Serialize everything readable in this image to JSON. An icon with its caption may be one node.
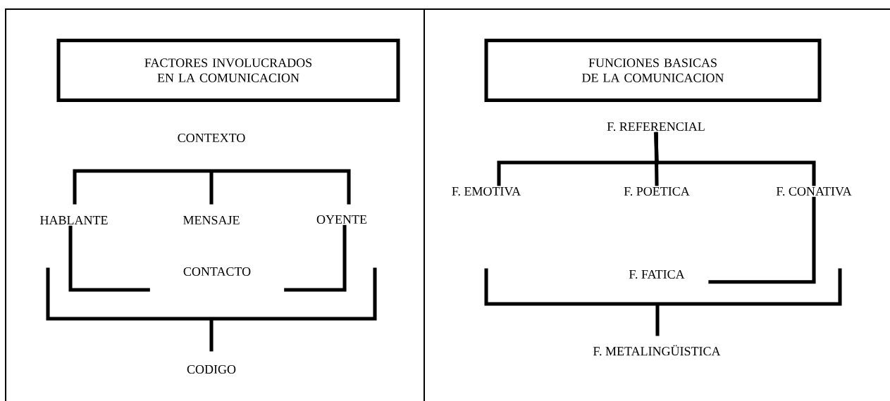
{
  "diagram": {
    "nodes": [
      {
        "text": [
          "FACTORES INVOLUCRADOS EN LA COMUNICACION"
        ]
      },
      {
        "text": [
          "CONTEXTO"
        ]
      },
      {
        "text": [
          "HABLANTE"
        ]
      },
      {
        "text": [
          "MENSAJE"
        ]
      },
      {
        "text": [
          "OYENTE"
        ]
      },
      {
        "text": [
          "CONTACTO"
        ]
      },
      {
        "text": [
          "CODIGO"
        ]
      },
      {
        "text": [
          "FUNCIONES BASICAS DE LA COMUNICACION"
        ]
      },
      {
        "text": [
          "F. REFERENCIAL"
        ]
      },
      {
        "text": [
          "F. EMOTIVA"
        ]
      },
      {
        "text": [
          "F. POETICA"
        ]
      },
      {
        "text": [
          "F. CONATIVA"
        ]
      },
      {
        "text": [
          "F. FATICA"
        ]
      },
      {
        "text": [
          "F. METALINGÜISTICA"
        ]
      }
    ],
    "edges": [
      {
        "from": 2,
        "to": 5,
        "arrow": "none"
      },
      {
        "from": 4,
        "to": 5,
        "arrow": "none"
      },
      {
        "from": 8,
        "to": 9,
        "arrow": "none"
      },
      {
        "from": 8,
        "to": 10,
        "arrow": "none"
      },
      {
        "from": 8,
        "to": 11,
        "arrow": "none"
      },
      {
        "from": 11,
        "to": 12,
        "arrow": "none"
      }
    ]
  }
}
